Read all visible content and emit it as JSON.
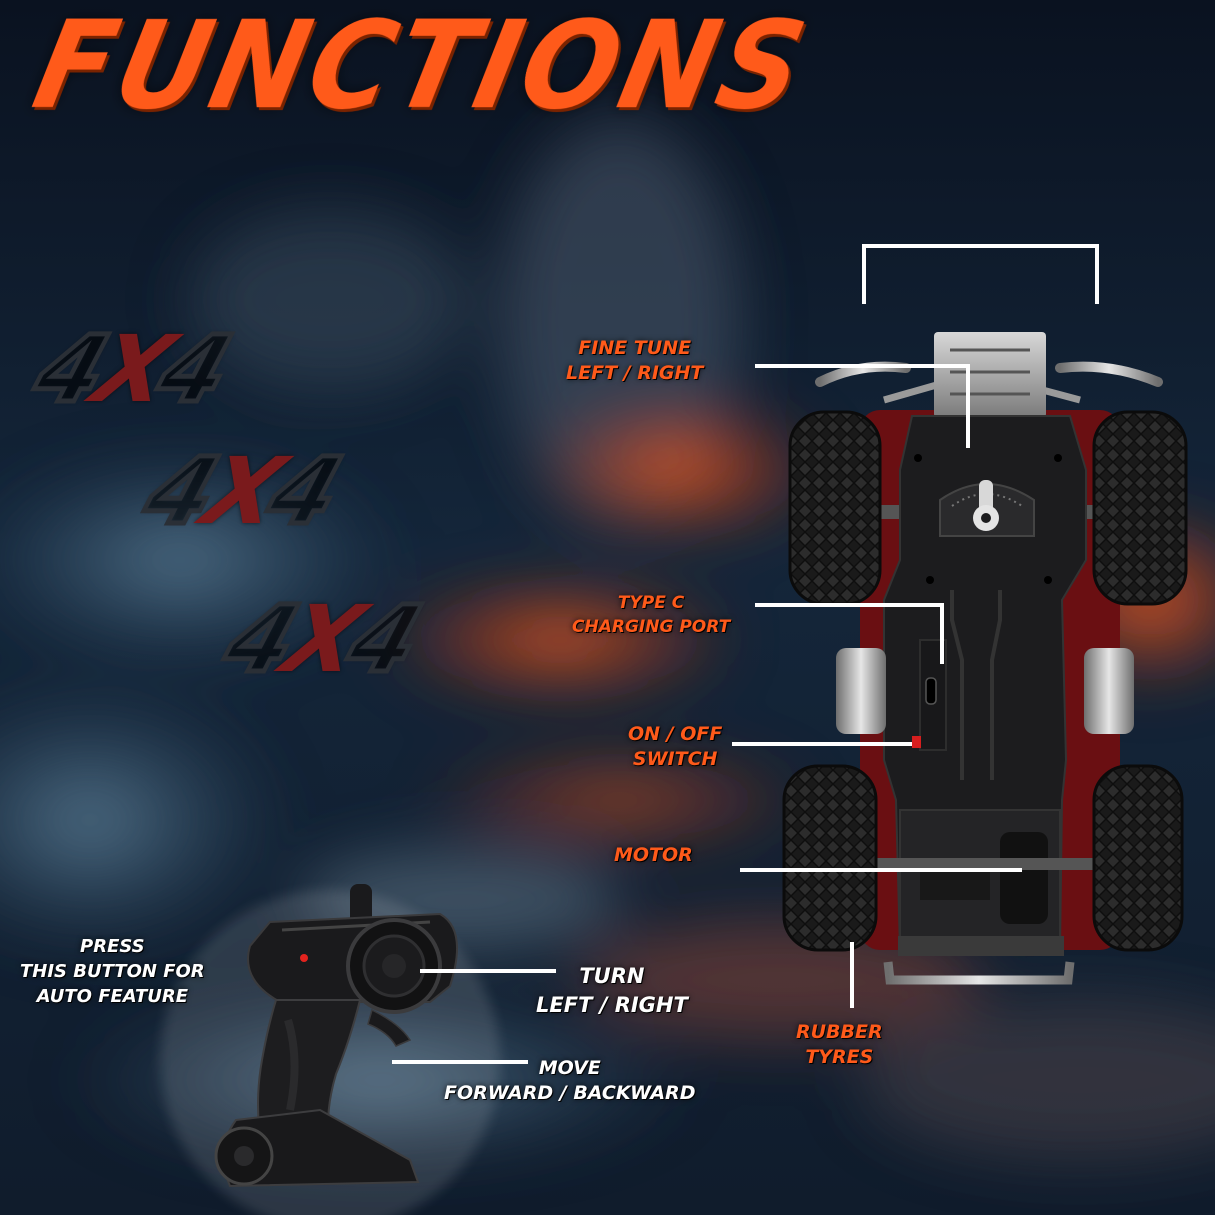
{
  "title": "FUNCTIONS",
  "colors": {
    "accent_orange": "#ff5a1a",
    "label_white": "#ffffff",
    "bg_dark": "#0d1a2c",
    "lava": "#e8541c",
    "car_red": "#6a0f12",
    "chassis": "#1c1c1e"
  },
  "badges": [
    {
      "text_left": "4",
      "text_x": "X",
      "text_right": "4"
    },
    {
      "text_left": "4",
      "text_x": "X",
      "text_right": "4"
    },
    {
      "text_left": "4",
      "text_x": "X",
      "text_right": "4"
    }
  ],
  "car_labels": {
    "fine_tune": {
      "line1": "FINE TUNE",
      "line2": "LEFT / RIGHT"
    },
    "type_c": {
      "line1": "TYPE C",
      "line2": "CHARGING PORT"
    },
    "on_off": {
      "line1": "ON / OFF",
      "line2": "SWITCH"
    },
    "motor": {
      "line1": "MOTOR"
    },
    "rubber_tyres": {
      "line1": "RUBBER",
      "line2": "TYRES"
    }
  },
  "remote_labels": {
    "press_button": {
      "line1": "PRESS",
      "line2": "THIS BUTTON FOR",
      "line3": "AUTO FEATURE"
    },
    "turn": {
      "line1": "TURN",
      "line2": "LEFT / RIGHT"
    },
    "move": {
      "line1": "MOVE",
      "line2": "FORWARD / BACKWARD"
    }
  }
}
